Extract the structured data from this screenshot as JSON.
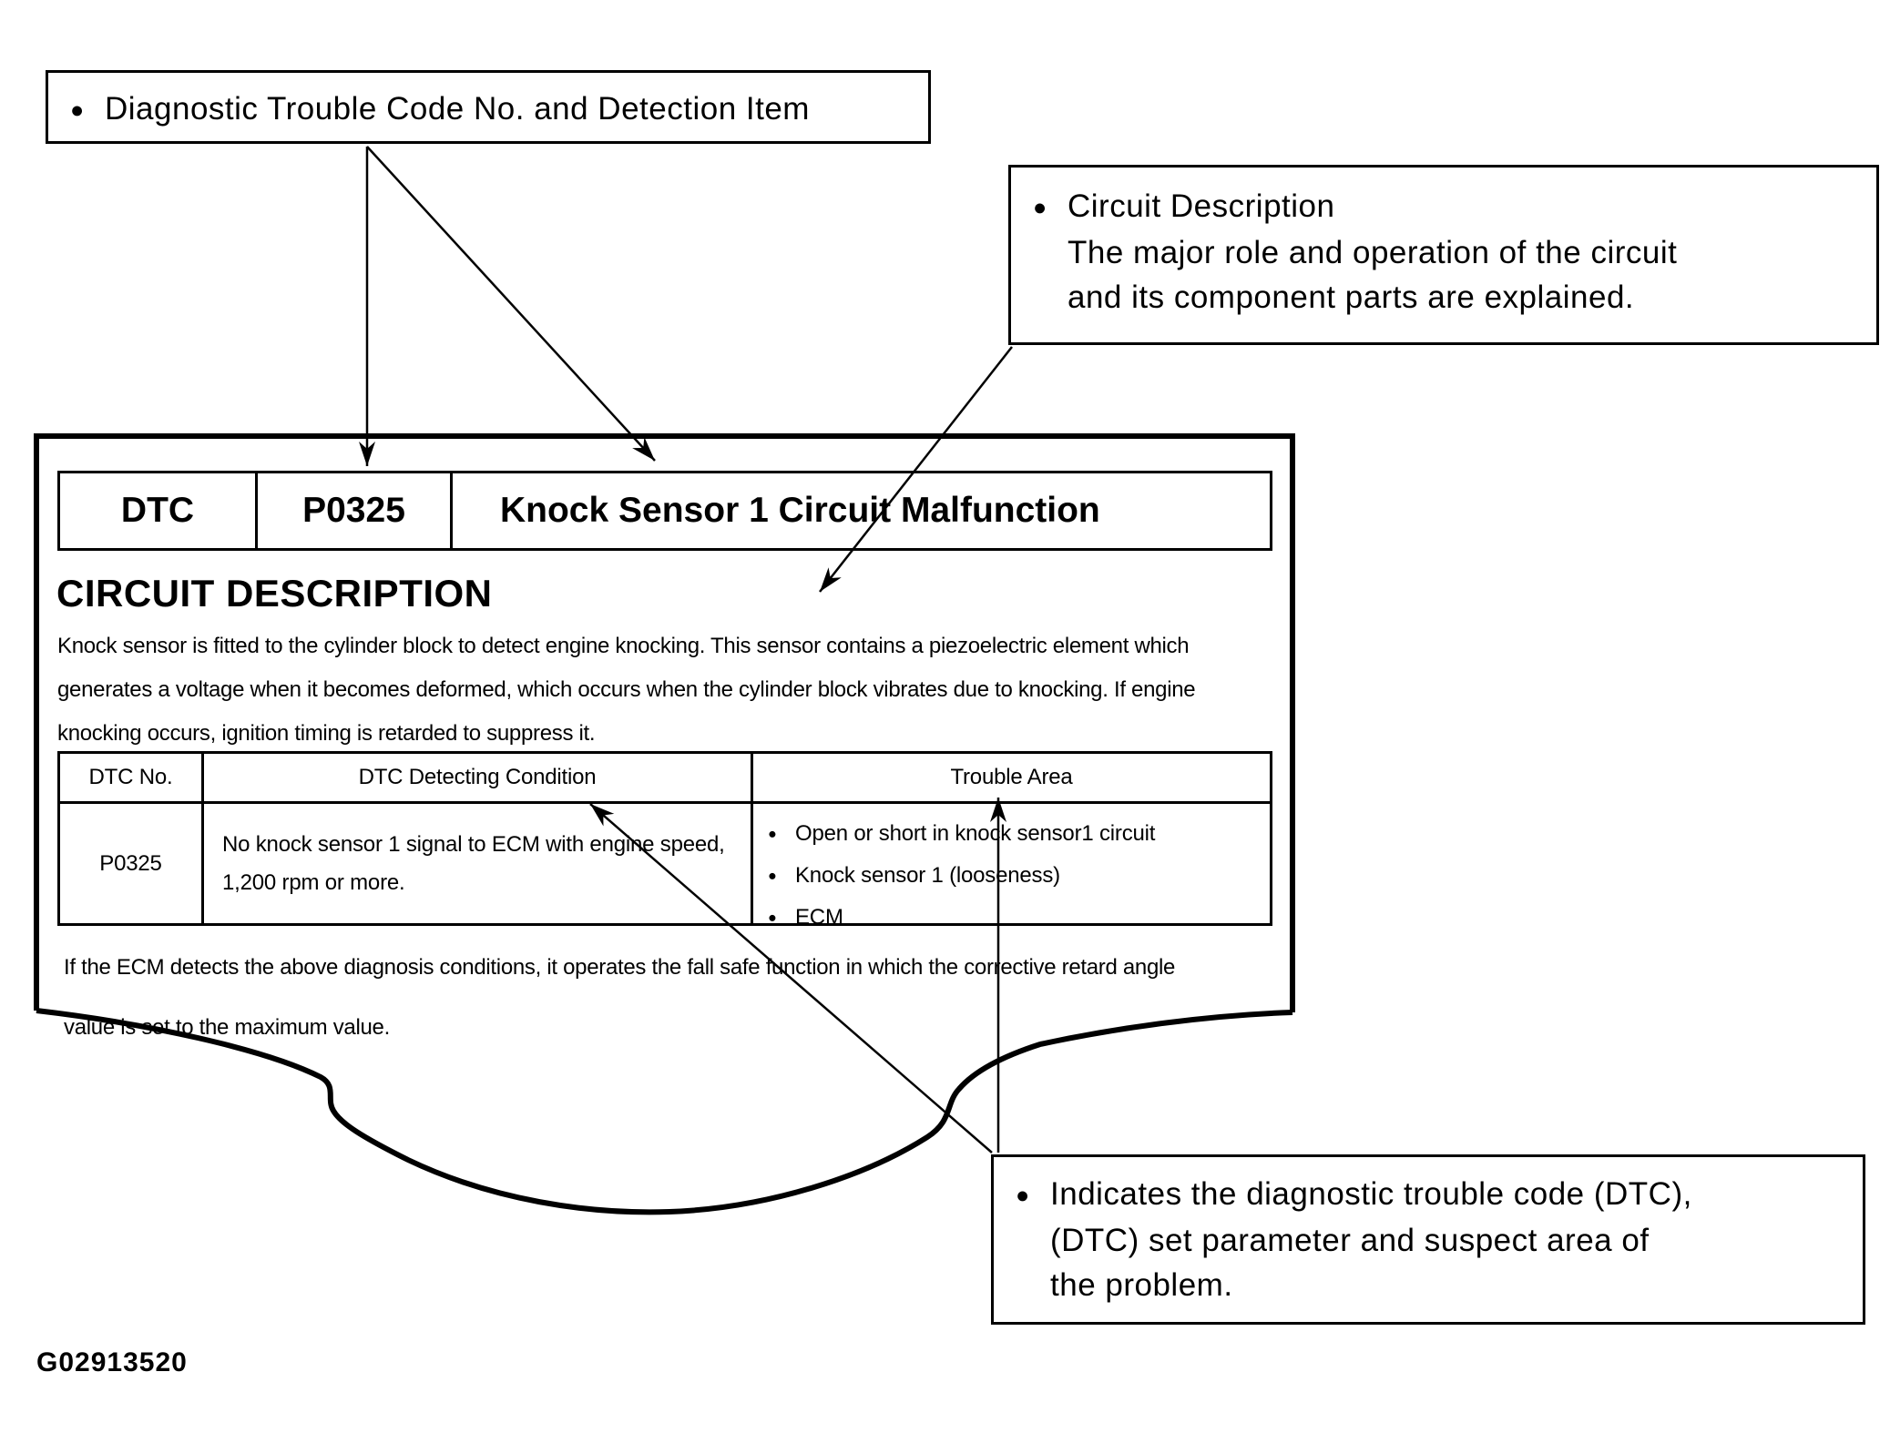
{
  "colors": {
    "ink": "#000000",
    "paper": "#ffffff"
  },
  "callouts": {
    "dtc_item": {
      "text": "Diagnostic Trouble Code No. and Detection Item"
    },
    "circuit_description": {
      "title": "Circuit Description",
      "lines": [
        "The major role and operation of the circuit",
        "and its component parts are explained."
      ]
    },
    "indicates": {
      "title": "Indicates the diagnostic trouble code (DTC),",
      "lines": [
        "(DTC) set parameter and suspect area of",
        "the problem."
      ]
    }
  },
  "document": {
    "dtc_header": {
      "label": "DTC",
      "code": "P0325",
      "title": "Knock Sensor 1 Circuit Malfunction"
    },
    "section_heading": "CIRCUIT DESCRIPTION",
    "description_lines": [
      "Knock sensor is fitted to the cylinder block to detect engine knocking. This sensor contains a piezoelectric element which",
      "generates a voltage when it becomes deformed, which occurs when the cylinder block vibrates due to knocking. If engine",
      "knocking occurs, ignition timing is retarded to suppress it."
    ],
    "table": {
      "headers": [
        "DTC No.",
        "DTC Detecting Condition",
        "Trouble Area"
      ],
      "row": {
        "dtc_no": "P0325",
        "condition_lines": [
          "No knock sensor 1 signal to ECM with engine speed,",
          "1,200 rpm or more."
        ],
        "trouble_areas": [
          "Open or short in knock sensor1 circuit",
          "Knock sensor 1 (looseness)",
          "ECM"
        ]
      }
    },
    "footnote_lines": [
      "If the ECM detects the above diagnosis conditions, it operates the fall safe function in which the corrective retard angle",
      "value is set to the maximum value."
    ]
  },
  "figure_id": "G02913520"
}
